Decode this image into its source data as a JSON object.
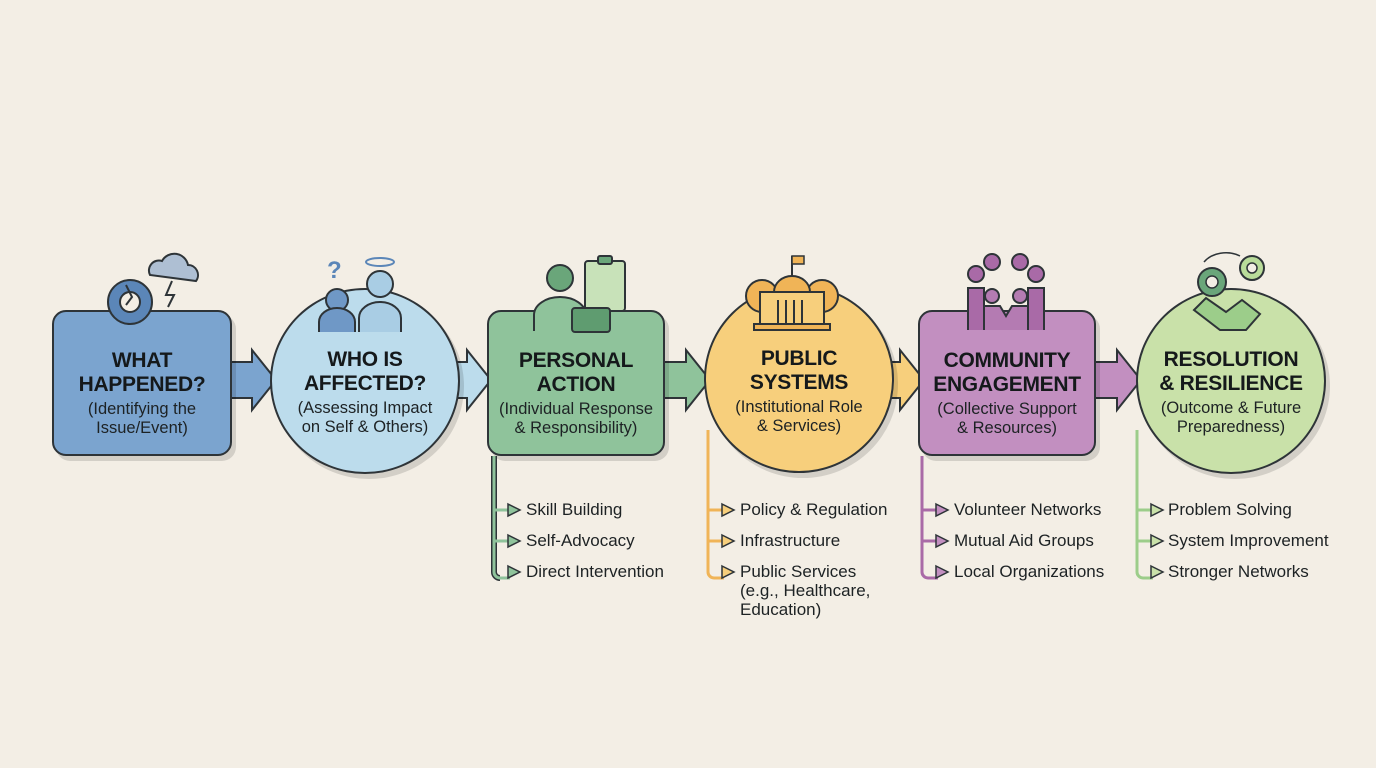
{
  "diagram": {
    "stages": [
      {
        "id": "what-happened",
        "title_line1": "WHAT",
        "title_line2": "HAPPENED?",
        "sub_line1": "(Identifying the",
        "sub_line2": "Issue/Event)",
        "shape": "box",
        "color": "#7ba4cf",
        "icon": "broken-gear-storm-icon"
      },
      {
        "id": "who-affected",
        "title_line1": "WHO IS",
        "title_line2": "AFFECTED?",
        "sub_line1": "(Assessing Impact",
        "sub_line2": "on Self & Others)",
        "shape": "circle",
        "color": "#bcdcec",
        "icon": "people-question-icon"
      },
      {
        "id": "personal-action",
        "title_line1": "PERSONAL",
        "title_line2": "ACTION",
        "sub_line1": "(Individual Response",
        "sub_line2": "& Responsibility)",
        "shape": "box",
        "color": "#8fc39b",
        "icon": "person-briefcase-checklist-icon"
      },
      {
        "id": "public-systems",
        "title_line1": "PUBLIC",
        "title_line2": "SYSTEMS",
        "sub_line1": "(Institutional Role",
        "sub_line2": "& Services)",
        "shape": "circle",
        "color": "#f7cf7c",
        "icon": "government-building-gears-icon"
      },
      {
        "id": "community-engagement",
        "title_line1": "COMMUNITY",
        "title_line2": "ENGAGEMENT",
        "sub_line1": "(Collective Support",
        "sub_line2": "& Resources)",
        "shape": "box",
        "color": "#c28fc0",
        "icon": "community-group-icon"
      },
      {
        "id": "resolution-resilience",
        "title_line1": "RESOLUTION",
        "title_line2": "& RESILIENCE",
        "sub_line1": "(Outcome & Future",
        "sub_line2": "Preparedness)",
        "shape": "circle",
        "color": "#c9e1a9",
        "icon": "handshake-gears-icon"
      }
    ],
    "branches": [
      {
        "stage": "personal-action",
        "color": "#8fc39b",
        "items": [
          "Skill Building",
          "Self-Advocacy",
          "Direct Intervention"
        ]
      },
      {
        "stage": "public-systems",
        "color": "#f7cf7c",
        "items": [
          "Policy & Regulation",
          "Infrastructure",
          "Public Services",
          "(e.g., Healthcare,",
          "Education)"
        ]
      },
      {
        "stage": "community-engagement",
        "color": "#c28fc0",
        "items": [
          "Volunteer Networks",
          "Mutual Aid Groups",
          "Local Organizations"
        ]
      },
      {
        "stage": "resolution-resilience",
        "color": "#c9e1a9",
        "items": [
          "Problem Solving",
          "System Improvement",
          "Stronger Networks"
        ]
      }
    ]
  }
}
